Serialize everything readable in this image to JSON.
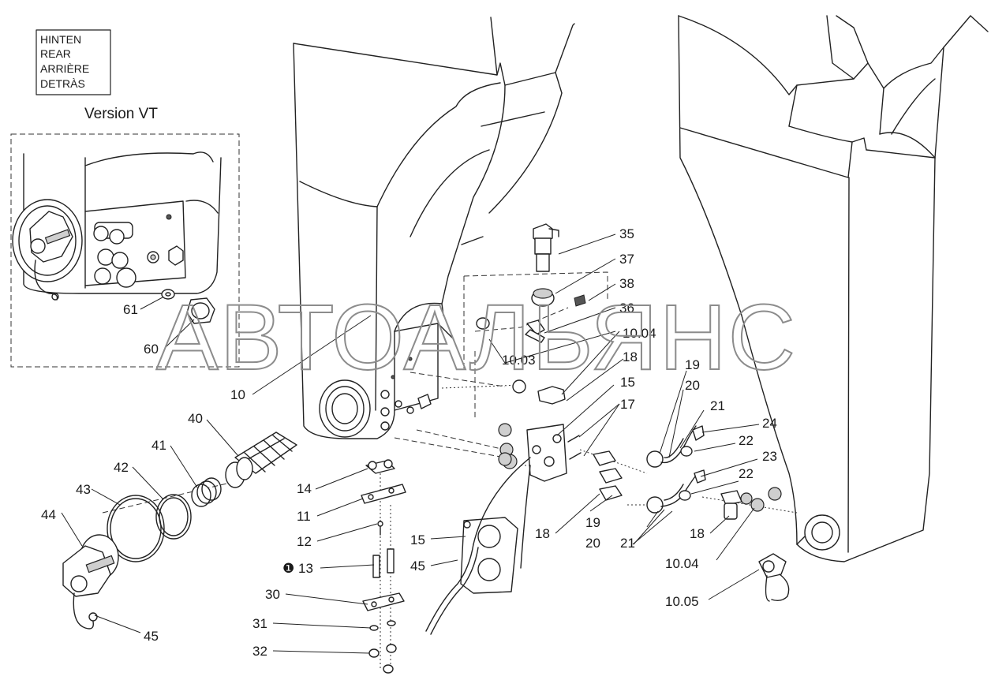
{
  "legend": {
    "lines": [
      "HINTEN",
      "REAR",
      "ARRIÈRE",
      "DETRÀS"
    ]
  },
  "version_label": "Version VT",
  "watermark": "АВТОАЛЬЯНС",
  "colors": {
    "line": "#222222",
    "watermark": "#8c8c8c",
    "shade": "#cfcfcf"
  },
  "callouts": {
    "c35": "35",
    "c37": "37",
    "c38": "38",
    "c36": "36",
    "c1004a": "10.04",
    "c1003": "10.03",
    "c18a": "18",
    "c15a": "15",
    "c19a": "19",
    "c20a": "20",
    "c21a": "21",
    "c24": "24",
    "c22a": "22",
    "c17": "17",
    "c23": "23",
    "c22b": "22",
    "c19b": "19",
    "c20b": "20",
    "c21b": "21",
    "c18b": "18",
    "c18c": "18",
    "c1004b": "10.04",
    "c1005": "10.05",
    "c61": "61",
    "c60": "60",
    "c10": "10",
    "c40": "40",
    "c41": "41",
    "c42": "42",
    "c43": "43",
    "c44": "44",
    "c45a": "45",
    "c14": "14",
    "c11": "11",
    "c12": "12",
    "c13": "13",
    "c30": "30",
    "c31": "31",
    "c32": "32",
    "c15b": "15",
    "c45b": "45"
  },
  "note_marker": "❶"
}
